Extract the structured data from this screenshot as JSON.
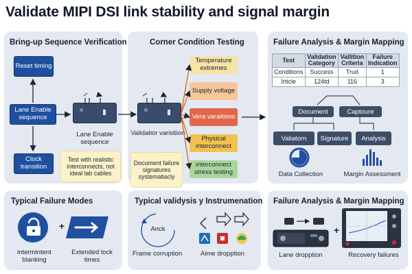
{
  "title": "Validate MIPI DSI link stability and signal margin",
  "bringup": {
    "title": "Bring-up Sequence Verification",
    "reset": "Reset timing",
    "lane_enable": "Lane Enable sequence",
    "clock": "Clock transition",
    "chip_label": "Lane Enable sequence",
    "note": "Test with realistic interconnects, not ideal lab cables"
  },
  "corner": {
    "title": "Corner Condition Testing",
    "chip_label": "Validatior varistiion",
    "note": "Document failure signatures systematiacly",
    "conditions": [
      {
        "label": "Temperature extremes",
        "color": "#f7e3a6"
      },
      {
        "label": "Supply voltage",
        "color": "#f6c69a"
      },
      {
        "label": "Vera varaitions",
        "color": "#e0674a"
      },
      {
        "label": "Physical interconnect",
        "color": "#f2c14f"
      },
      {
        "label": "interconnect stress testing",
        "color": "#a9d79a"
      }
    ]
  },
  "fa_top": {
    "title": "Failure Analysis & Margin Mapping",
    "table": {
      "headers": [
        "Test",
        "Validation Category",
        "Vallition Criteria",
        "Failure Indication"
      ],
      "rows": [
        [
          "Conditions",
          "Success",
          "Trud",
          "1"
        ],
        [
          "Irticle",
          "124td",
          "116",
          "3"
        ]
      ]
    },
    "document": "Document",
    "capture": "Captoure",
    "validation": "Valiatorn",
    "signature": "Signature",
    "analysis": "Analysis",
    "data_collection": "Data Collection",
    "margin_assessment": "Margin Assessment"
  },
  "typical_failures": {
    "title": "Typical Failure Modes",
    "plus": "+",
    "item1": "intermintent blanking",
    "item2": "Extended lock times"
  },
  "instrumentation": {
    "title": "Typical validysis y Instrumenation",
    "ack": "Anck",
    "frame": "Frame corruption",
    "aime": "Aime dropption"
  },
  "fa_bottom": {
    "title": "Failure Analysis & Margin Mapping",
    "plus": "+",
    "lane": "Lane dropption",
    "recovery": "Recovery failures"
  },
  "colors": {
    "panel": "#e3e8f1",
    "blue": "#1f4fa0",
    "dark": "#3e4d66",
    "arrow_orange": "#d9651a"
  }
}
